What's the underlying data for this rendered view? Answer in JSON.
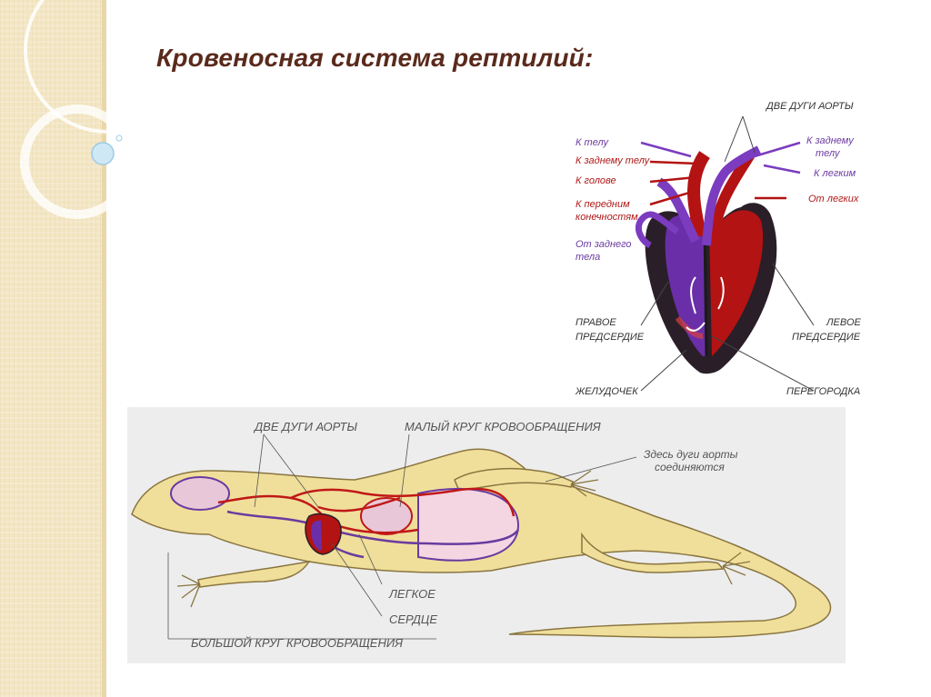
{
  "slide": {
    "title": "Кровеносная система рептилий:"
  },
  "heart": {
    "labels": {
      "two_arches": "ДВЕ ДУГИ АОРТЫ",
      "to_body": "К телу",
      "to_rear_body": "К заднему телу",
      "to_head": "К голове",
      "to_forelimbs_1": "К передним",
      "to_forelimbs_2": "конечностям",
      "from_body_1": "От заднего",
      "from_body_2": "тела",
      "to_rear_right_1": "К заднему",
      "to_rear_right_2": "телу",
      "to_lungs": "К легким",
      "from_lungs": "От легких",
      "right_atrium_1": "ПРАВОЕ",
      "right_atrium_2": "ПРЕДСЕРДИЕ",
      "left_atrium_1": "ЛЕВОЕ",
      "left_atrium_2": "ПРЕДСЕРДИЕ",
      "ventricle": "ЖЕЛУДОЧЕК",
      "septum": "ПЕРЕГОРОДКА"
    }
  },
  "lizard": {
    "labels": {
      "two_arches": "ДВЕ ДУГИ АОРТЫ",
      "pulmonary_circle": "МАЛЫЙ  КРУГ КРОВООБРАЩЕНИЯ",
      "arches_join_1": "Здесь дуги аорты",
      "arches_join_2": "соединяются",
      "lung": "ЛЕГКОЕ",
      "heart": "СЕРДЦЕ",
      "systemic_circle": "БОЛЬШОЙ КРУГ КРОВООБРАЩЕНИЯ"
    }
  },
  "colors": {
    "title": "#5a2a1c",
    "arterial": "#c01818",
    "venous": "#6a3aa0",
    "body": "#f0df9a",
    "band": "#f3e6c4"
  }
}
